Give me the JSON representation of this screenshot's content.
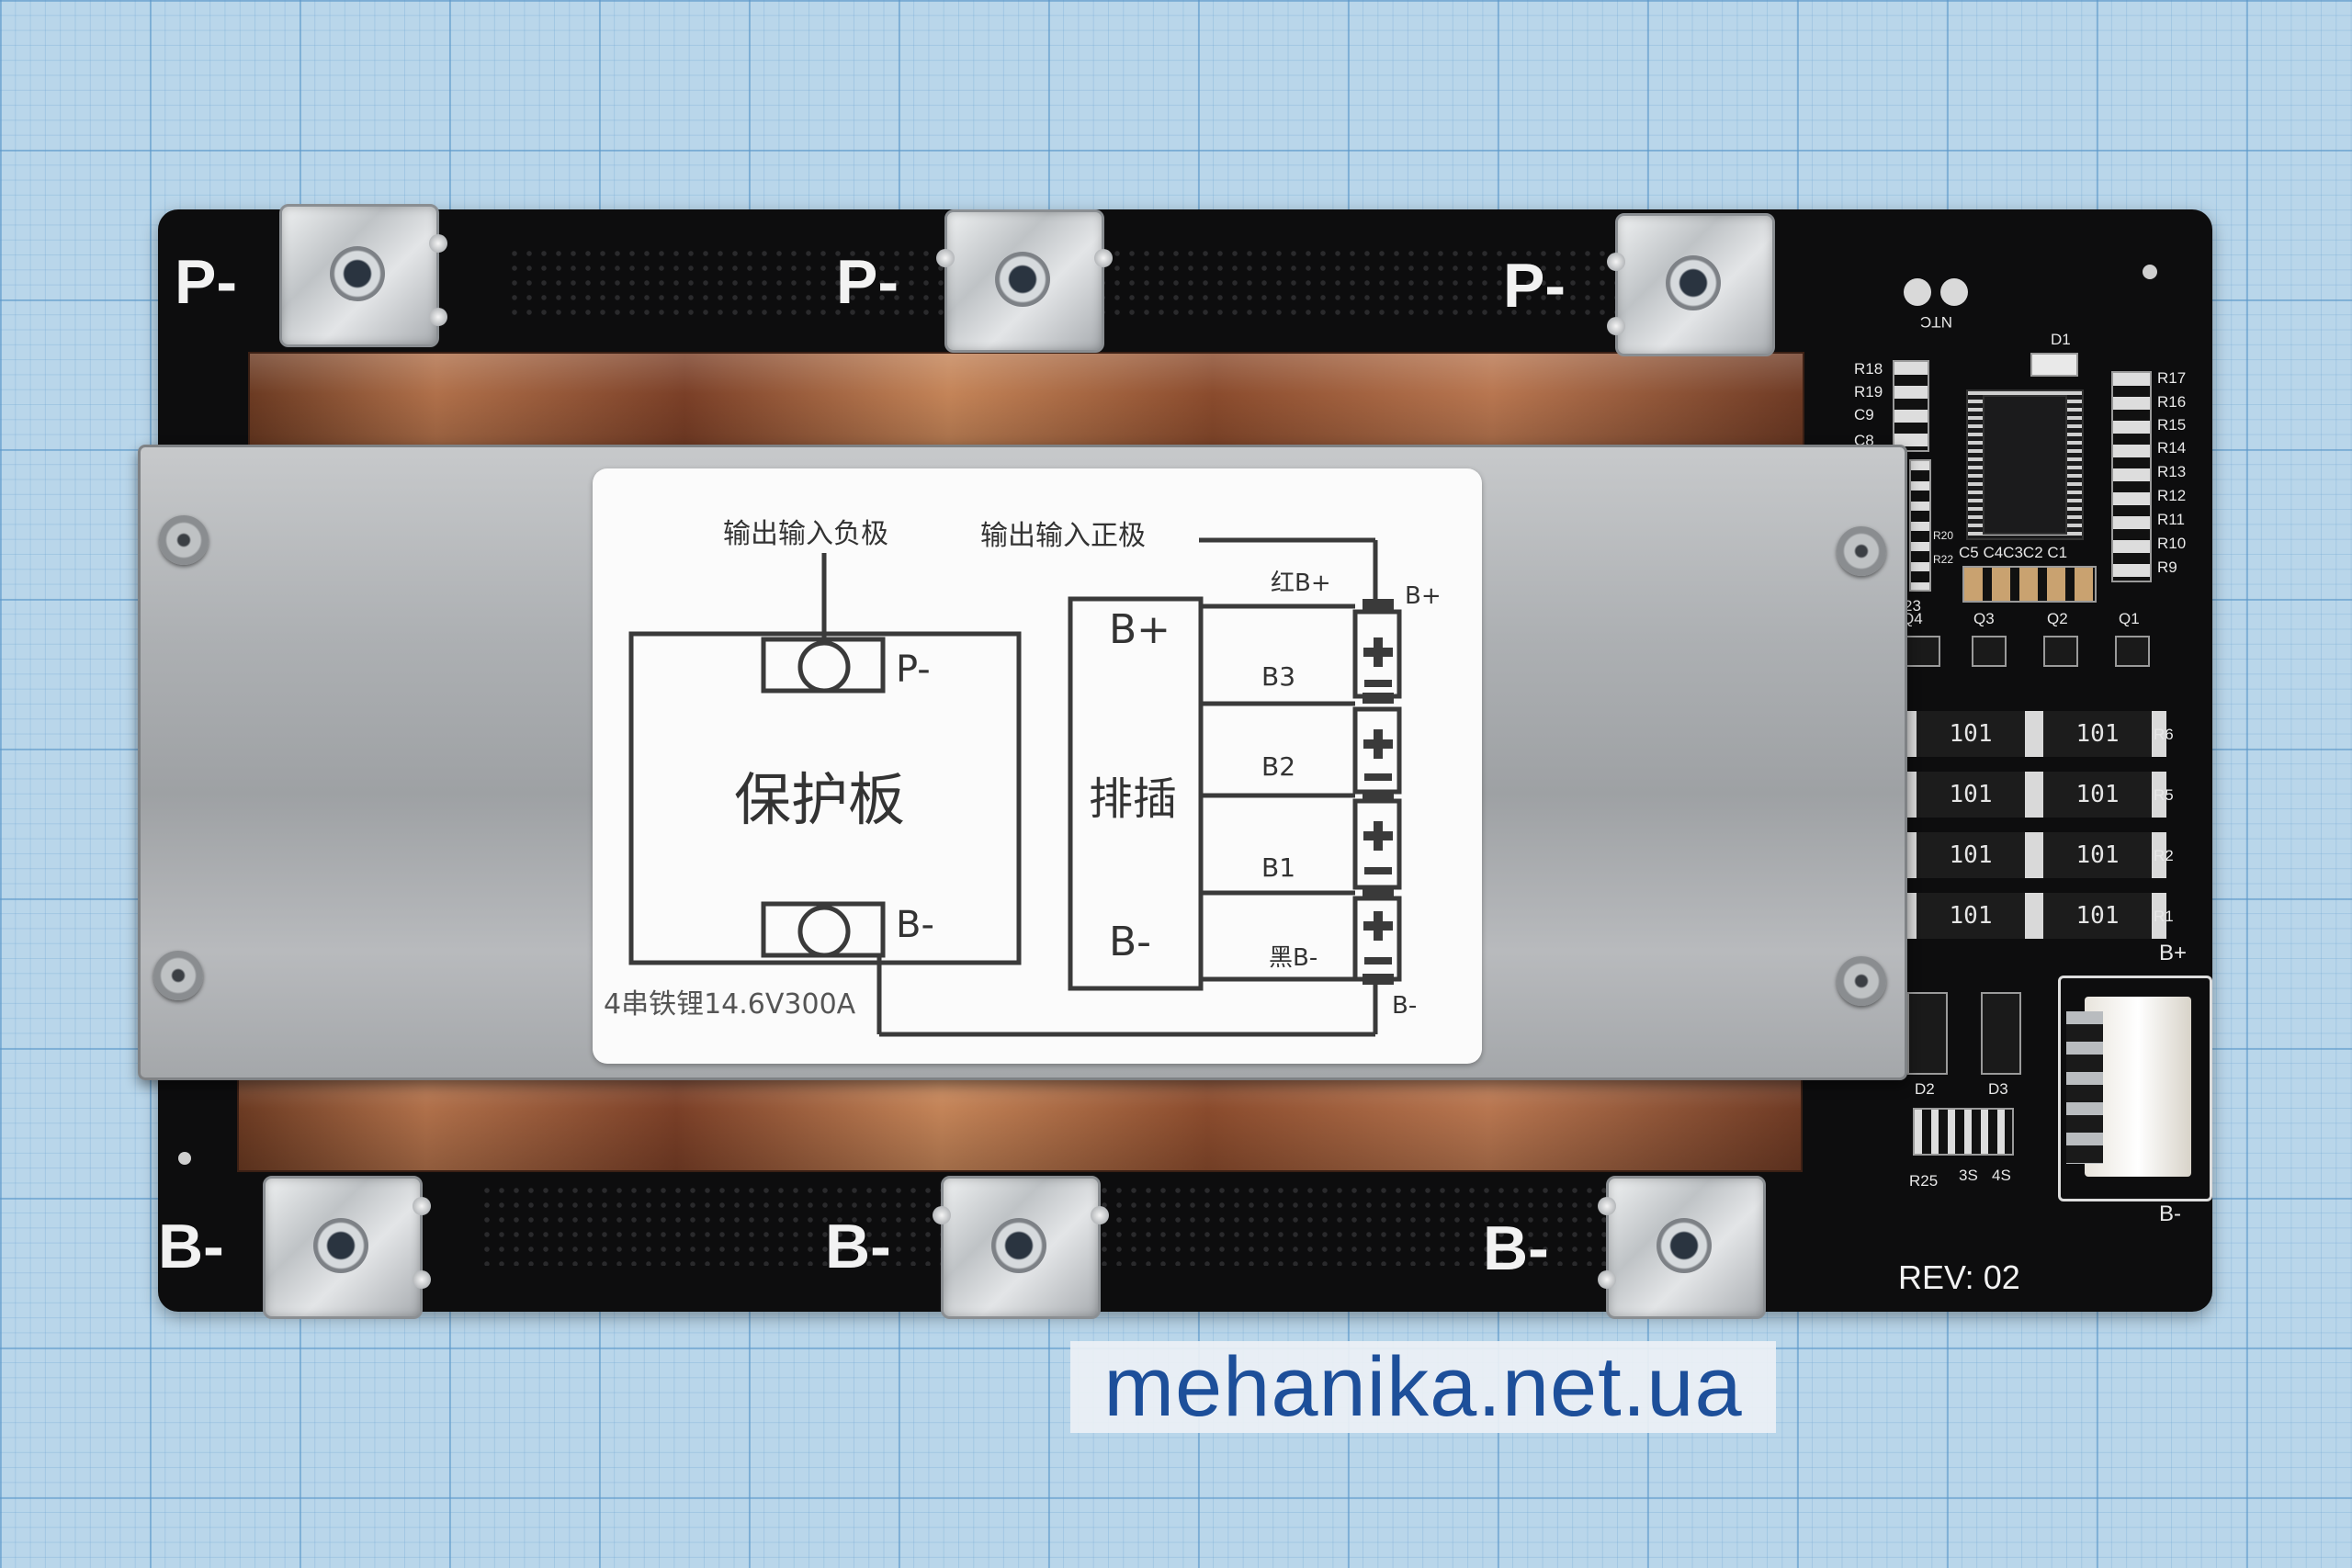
{
  "board": {
    "top_terminals": [
      "P-",
      "P-",
      "P-"
    ],
    "bottom_terminals": [
      "B-",
      "B-",
      "B-"
    ],
    "revision": "REV: 02",
    "ntc_label": "NTC",
    "left_components": [
      "R18",
      "R19",
      "C9",
      "C8",
      "R20",
      "R22",
      "23",
      "Q4"
    ],
    "right_resistors": [
      "R17",
      "R16",
      "R15",
      "R14",
      "R13",
      "R12",
      "R11",
      "R10",
      "R9"
    ],
    "capacitors": "C5 C4C3C2 C1",
    "transistors": [
      "Q3",
      "Q2",
      "Q1"
    ],
    "d1": "D1",
    "power_resistor_value": "101",
    "power_resistor_refs": [
      "R6",
      "R5",
      "R2",
      "R1"
    ],
    "diodes": [
      "D2",
      "D3"
    ],
    "small_parts": [
      "R25",
      "3S",
      "4S"
    ],
    "connector_plus": "B+",
    "connector_minus": "B-"
  },
  "label": {
    "neg_io": "输出输入负极",
    "pos_io": "输出输入正极",
    "board_name": "保护板",
    "p_minus": "P-",
    "b_minus": "B-",
    "plug_block": "排插",
    "plug_bplus": "B+",
    "plug_bminus": "B-",
    "red_bplus": "红B+",
    "bplus": "B+",
    "b3": "B3",
    "b2": "B2",
    "b1": "B1",
    "black_bminus": "黑B-",
    "bminus_end": "B-",
    "spec": "4串铁锂14.6V300A"
  },
  "watermark": "mehanika.net.ua",
  "colors": {
    "grid_paper": "#b9d6ea",
    "pcb": "#0d0d0e",
    "silkscreen": "#f2f2f2",
    "watermark_text": "#1d4f9a"
  }
}
